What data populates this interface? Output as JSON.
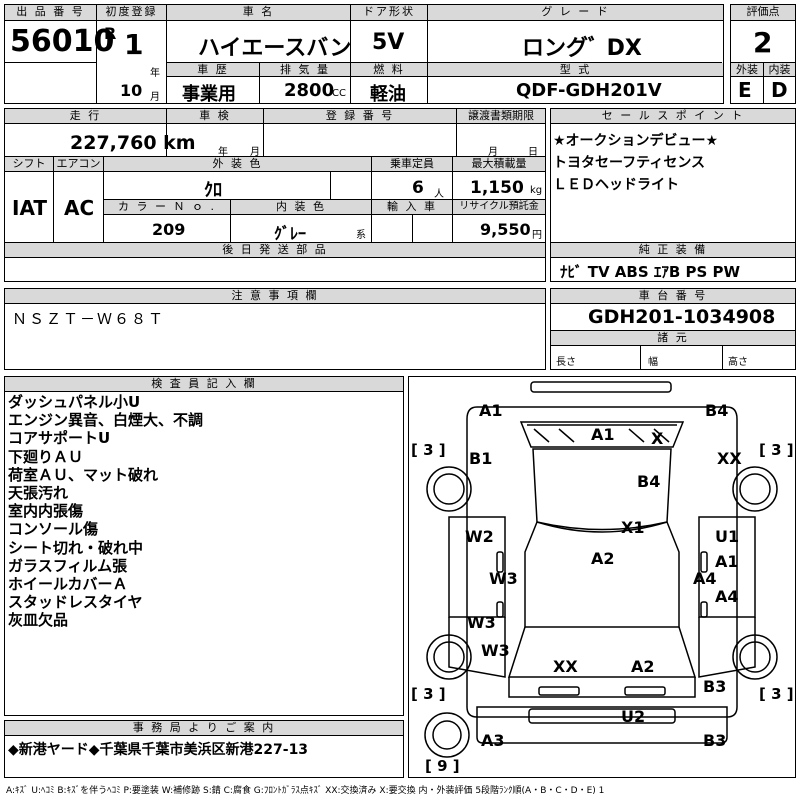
{
  "top": {
    "lot_label": "出 品 番 号",
    "lot_number": "56010",
    "first_reg_label": "初度登録",
    "era": "R",
    "year": "1",
    "year_unit": "年",
    "month": "10",
    "month_unit": "月",
    "name_label": "車 名",
    "car_name": "ハイエースバン",
    "history_label": "車 歴",
    "history": "事業用",
    "displacement_label": "排 気 量",
    "displacement": "2800",
    "cc_unit": "CC",
    "door_label": "ドア形状",
    "door": "5V",
    "fuel_label": "燃 料",
    "fuel": "軽油",
    "grade_label": "グ レ ー ド",
    "grade": "ロングﾞ DX",
    "model_label": "型 式",
    "model": "QDF-GDH201V",
    "score_label": "評価点",
    "score": "2",
    "ext_label": "外装",
    "ext": "E",
    "int_label": "内装",
    "int": "D"
  },
  "mid": {
    "mileage_label": "走 行",
    "mileage": "227,760 km",
    "inspection_label": "車 検",
    "inspection_year": "年",
    "inspection_month": "月",
    "reg_label": "登 録 番 号",
    "transfer_label": "譲渡書類期限",
    "transfer_month": "月",
    "transfer_day": "日",
    "shift_label": "シフト",
    "shift": "IAT",
    "ac_label": "エアコン",
    "ac": "AC",
    "ext_color_label": "外 装 色",
    "ext_color": "ｸﾛ",
    "capacity_label": "乗車定員",
    "capacity": "6",
    "capacity_unit": "人",
    "load_label": "最大積載量",
    "load": "1,150",
    "load_unit": "kg",
    "color_no_label": "カ ラ ー Ｎ ｏ .",
    "color_no": "209",
    "int_color_label": "内 装 色",
    "int_color": "ｸﾞﾚｰ",
    "int_color_unit": "系",
    "import_label": "輸 入 車",
    "recycle_label": "リサイクル預託金",
    "recycle": "9,550",
    "recycle_unit": "円",
    "later_label": "後 日 発 送 部 品",
    "selling_label": "セ ー ル ス ポ イ ン ト",
    "selling": [
      "★オークションデビュー★",
      "トヨタセーフティセンス",
      "ＬＥＤヘッドライト"
    ],
    "equip_label": "純 正 装 備",
    "equip": "ﾅﾋﾞ TV ABS ｴｱB PS PW"
  },
  "notes": {
    "label": "注 意 事 項 欄",
    "text": "ＮＳＺＴ－Ｗ６８Ｔ"
  },
  "chassis": {
    "label": "車 台 番 号",
    "number": "GDH201-1034908",
    "dims_label": "諸 元",
    "length": "長さ",
    "width": "幅",
    "height": "高さ"
  },
  "inspector": {
    "label": "検 査 員 記 入 欄",
    "lines": [
      "ダッシュパネル小U",
      "エンジン異音、白煙大、不調",
      "コアサポートU",
      "下廻りＡＵ",
      "荷室ＡＵ、マット破れ",
      "天張汚れ",
      "室内内張傷",
      "コンソール傷",
      "シート切れ・破れ中",
      "ガラスフィルム張",
      "ホイールカバーＡ",
      "スタッドレスタイヤ",
      "灰皿欠品"
    ]
  },
  "office": {
    "label": "事 務 局 よ り ご 案 内",
    "text": "◆新港ヤード◆千葉県千葉市美浜区新港227-13"
  },
  "diagram": {
    "marks": [
      "A1",
      "B4",
      "A1",
      "X",
      "B1",
      "XX",
      "B4",
      "X1",
      "W2",
      "U1",
      "A1",
      "A2",
      "W3",
      "A4",
      "A4",
      "W3",
      "W3",
      "XX",
      "A2",
      "B3",
      "U2",
      "A3",
      "B3"
    ],
    "tires": [
      "[ 3 ]",
      "[ 3 ]",
      "[ 3 ]",
      "[ 3 ]",
      "[ 9 ]"
    ]
  },
  "legend": "A:ｷｽﾞ U:ﾍｺﾐ B:ｷｽﾞを伴うﾍｺﾐ P:要塗装 W:補修跡 S:錆 C:腐食 G:ﾌﾛﾝﾄｶﾞﾗｽ点ｷｽﾞ XX:交換済み X:要交換 内・外装評価 5段階ﾗﾝｸ順(A・B・C・D・E) 1"
}
